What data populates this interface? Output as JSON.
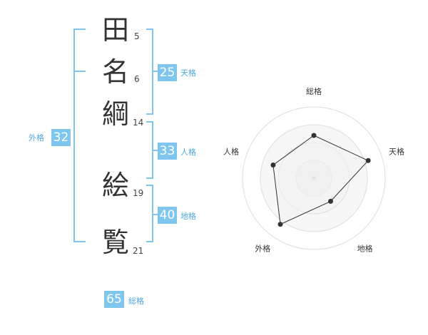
{
  "name": {
    "chars": [
      {
        "char": "田",
        "strokes": "5"
      },
      {
        "char": "名",
        "strokes": "6"
      },
      {
        "char": "綱",
        "strokes": "14"
      },
      {
        "char": "絵",
        "strokes": "19"
      },
      {
        "char": "覧",
        "strokes": "21"
      }
    ]
  },
  "kaku": {
    "tenkaku": {
      "value": "25",
      "label": "天格"
    },
    "jinkaku": {
      "value": "33",
      "label": "人格"
    },
    "chikaku": {
      "value": "40",
      "label": "地格"
    },
    "gaikaku": {
      "value": "32",
      "label": "外格"
    },
    "soukaku": {
      "value": "65",
      "label": "総格"
    }
  },
  "colors": {
    "accent": "#7fc6ee",
    "accent_text": "#4ea8e0",
    "radar_fill": "#f2f2f2",
    "radar_line": "#333333"
  },
  "chart_data": {
    "type": "radar",
    "axes": [
      "総格",
      "天格",
      "地格",
      "外格",
      "人格"
    ],
    "values": [
      3,
      4,
      2,
      4,
      3
    ],
    "max": 5,
    "rings": 4,
    "grid": true
  }
}
